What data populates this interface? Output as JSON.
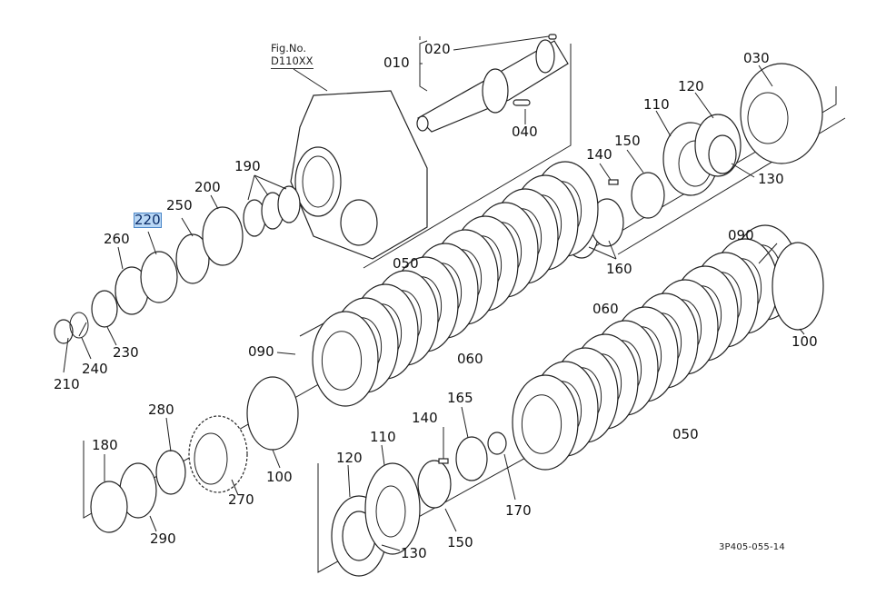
{
  "figure": {
    "fig_label": "Fig.No.",
    "fig_number": "D110XX",
    "drawing_code": "3P405-055-14"
  },
  "selected_part": "220",
  "parts": [
    {
      "id": "p010",
      "label": "010"
    },
    {
      "id": "p020",
      "label": "020"
    },
    {
      "id": "p030",
      "label": "030"
    },
    {
      "id": "p040",
      "label": "040"
    },
    {
      "id": "p050a",
      "label": "050"
    },
    {
      "id": "p050b",
      "label": "050"
    },
    {
      "id": "p060a",
      "label": "060"
    },
    {
      "id": "p060b",
      "label": "060"
    },
    {
      "id": "p090a",
      "label": "090"
    },
    {
      "id": "p090b",
      "label": "090"
    },
    {
      "id": "p100a",
      "label": "100"
    },
    {
      "id": "p100b",
      "label": "100"
    },
    {
      "id": "p110a",
      "label": "110"
    },
    {
      "id": "p110b",
      "label": "110"
    },
    {
      "id": "p120a",
      "label": "120"
    },
    {
      "id": "p120b",
      "label": "120"
    },
    {
      "id": "p130a",
      "label": "130"
    },
    {
      "id": "p130b",
      "label": "130"
    },
    {
      "id": "p140a",
      "label": "140"
    },
    {
      "id": "p140b",
      "label": "140"
    },
    {
      "id": "p150a",
      "label": "150"
    },
    {
      "id": "p150b",
      "label": "150"
    },
    {
      "id": "p160",
      "label": "160"
    },
    {
      "id": "p165",
      "label": "165"
    },
    {
      "id": "p170",
      "label": "170"
    },
    {
      "id": "p180",
      "label": "180"
    },
    {
      "id": "p190",
      "label": "190"
    },
    {
      "id": "p200",
      "label": "200"
    },
    {
      "id": "p210",
      "label": "210"
    },
    {
      "id": "p220",
      "label": "220"
    },
    {
      "id": "p230",
      "label": "230"
    },
    {
      "id": "p240",
      "label": "240"
    },
    {
      "id": "p250",
      "label": "250"
    },
    {
      "id": "p260",
      "label": "260"
    },
    {
      "id": "p270",
      "label": "270"
    },
    {
      "id": "p280",
      "label": "280"
    },
    {
      "id": "p290",
      "label": "290"
    }
  ]
}
